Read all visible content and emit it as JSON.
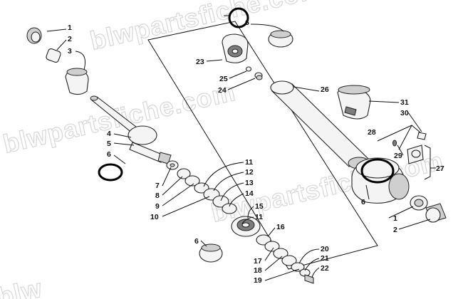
{
  "watermark": {
    "text_left": "blwpartsfiche.com",
    "text_right": "blwpartsfiche.com",
    "text_top": "blwpartsfiche.com",
    "text_bottom": "blw"
  },
  "callouts": {
    "c1a": "1",
    "c2a": "2",
    "c3": "3",
    "c4": "4",
    "c5": "5",
    "c6a": "6",
    "c6b": "6",
    "c6c": "6",
    "c6d": "6",
    "c7": "7",
    "c8": "8",
    "c9": "9",
    "c10": "10",
    "c11a": "11",
    "c12": "12",
    "c13": "13",
    "c14": "14",
    "c15": "15",
    "c11b": "11",
    "c16": "16",
    "c17": "17",
    "c18": "18",
    "c19": "19",
    "c20": "20",
    "c21": "21",
    "c22": "22",
    "c23": "23",
    "c25": "25",
    "c24": "24",
    "c26": "26",
    "c31": "31",
    "c30": "30",
    "c28": "28",
    "c29": "29",
    "c27": "27",
    "c1b": "1",
    "c2b": "2"
  }
}
